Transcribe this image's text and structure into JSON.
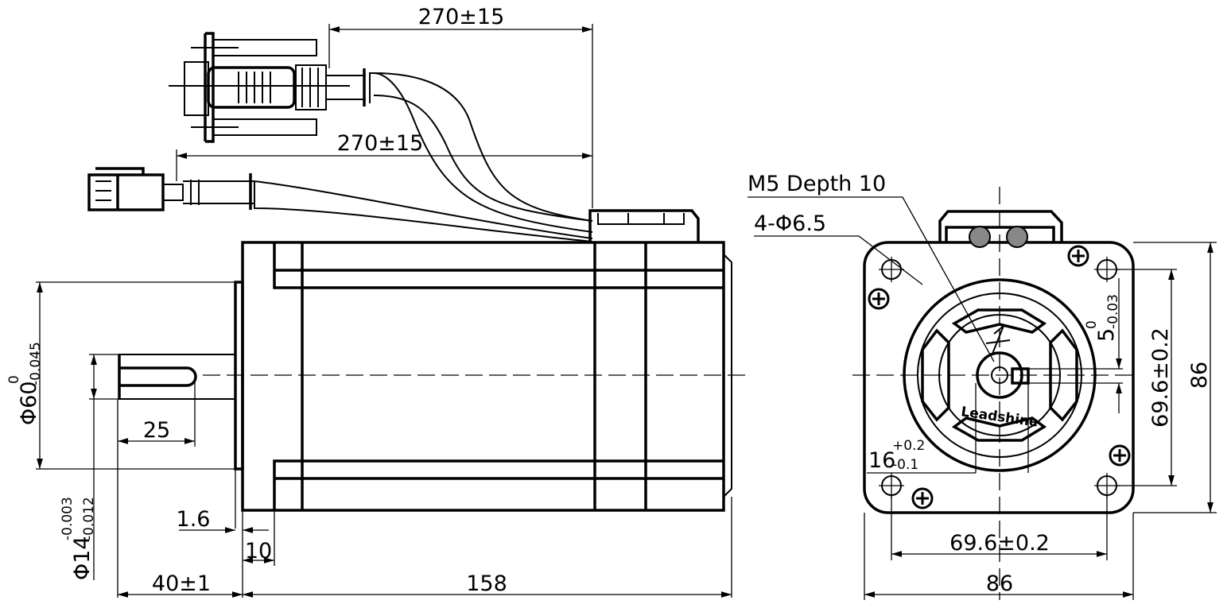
{
  "side_view": {
    "cable_length_top": "270±15",
    "cable_length_bottom": "270±15",
    "flange_diameter": "Φ60",
    "flange_diameter_tol_upper": "0",
    "flange_diameter_tol_lower": "-0.045",
    "shaft_diameter": "Φ14",
    "shaft_diameter_tol_upper": "-0.003",
    "shaft_diameter_tol_lower": "-0.012",
    "key_length": "25",
    "pilot_thickness": "1.6",
    "flange_thickness": "10",
    "shaft_length": "40±1",
    "body_length": "158"
  },
  "front_view": {
    "thread_note": "M5 Depth 10",
    "hole_note": "4-Φ6.5",
    "key_width": "5",
    "key_width_tol_upper": "0",
    "key_width_tol_lower": "-0.03",
    "key_height": "16",
    "key_height_tol_upper": "+0.2",
    "key_height_tol_lower": "-0.1",
    "bolt_spacing_vertical": "69.6±0.2",
    "bolt_spacing_horizontal": "69.6±0.2",
    "frame_height": "86",
    "frame_width": "86",
    "logo_text": "Leadshine"
  }
}
